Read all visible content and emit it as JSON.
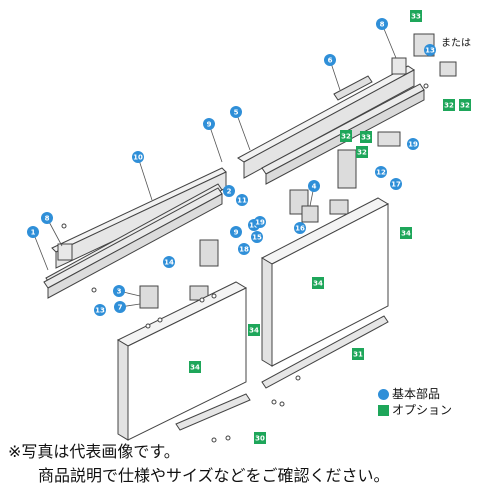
{
  "or_label": "または",
  "legend": {
    "basic": "基本部品",
    "option": "オプション",
    "basic_color": "#2f8fd8",
    "option_color": "#1ea65a"
  },
  "notes": {
    "photo": "※写真は代表画像です。",
    "confirm": "商品説明で仕様やサイズなどをご確認ください。"
  },
  "callouts": [
    {
      "label": "1",
      "kind": "basic"
    },
    {
      "label": "2",
      "kind": "basic"
    },
    {
      "label": "3",
      "kind": "basic"
    },
    {
      "label": "4",
      "kind": "basic"
    },
    {
      "label": "5",
      "kind": "basic"
    },
    {
      "label": "6",
      "kind": "basic"
    },
    {
      "label": "7",
      "kind": "basic"
    },
    {
      "label": "8",
      "kind": "basic"
    },
    {
      "label": "8",
      "kind": "basic"
    },
    {
      "label": "9",
      "kind": "basic"
    },
    {
      "label": "9",
      "kind": "basic"
    },
    {
      "label": "10",
      "kind": "basic"
    },
    {
      "label": "11",
      "kind": "basic"
    },
    {
      "label": "12",
      "kind": "basic"
    },
    {
      "label": "13",
      "kind": "basic"
    },
    {
      "label": "13",
      "kind": "basic"
    },
    {
      "label": "14",
      "kind": "basic"
    },
    {
      "label": "15",
      "kind": "basic"
    },
    {
      "label": "16",
      "kind": "basic"
    },
    {
      "label": "17",
      "kind": "basic"
    },
    {
      "label": "18",
      "kind": "basic"
    },
    {
      "label": "18",
      "kind": "basic"
    },
    {
      "label": "19",
      "kind": "basic"
    },
    {
      "label": "19",
      "kind": "basic"
    },
    {
      "label": "30",
      "kind": "option"
    },
    {
      "label": "31",
      "kind": "option"
    },
    {
      "label": "32",
      "kind": "option"
    },
    {
      "label": "32",
      "kind": "option"
    },
    {
      "label": "32",
      "kind": "option"
    },
    {
      "label": "32",
      "kind": "option"
    },
    {
      "label": "33",
      "kind": "option"
    },
    {
      "label": "33",
      "kind": "option"
    },
    {
      "label": "34",
      "kind": "option"
    },
    {
      "label": "34",
      "kind": "option"
    },
    {
      "label": "34",
      "kind": "option"
    },
    {
      "label": "34",
      "kind": "option"
    }
  ]
}
